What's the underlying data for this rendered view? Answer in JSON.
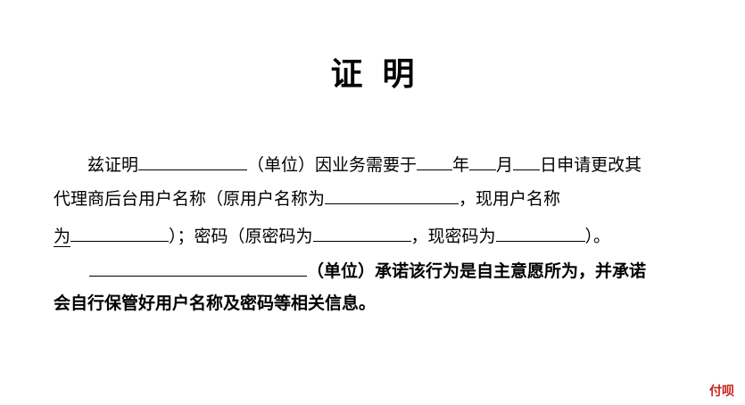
{
  "title": {
    "char1": "证",
    "char2": "明"
  },
  "paragraph1": {
    "line1_start": "兹证明",
    "line1_unit": "（单位）因业务需要于",
    "year": "年",
    "month": "月",
    "line1_end": "日申请更改其",
    "line2_start": "代理商后台用户名称（原用户名称为",
    "line2_end": "，现用户名称",
    "line3_wei": "为",
    "line3_password": "）；密码（原密码为",
    "line3_current": "，现密码为",
    "line3_end": "）。"
  },
  "paragraph2": {
    "unit_commit": "（单位）承诺该行为是自主意愿所为，并承诺",
    "line2": "会自行保管好用户名称及密码等相关信息。"
  },
  "watermark": "付呗",
  "colors": {
    "watermark": "#c8201a",
    "text": "#000000"
  }
}
